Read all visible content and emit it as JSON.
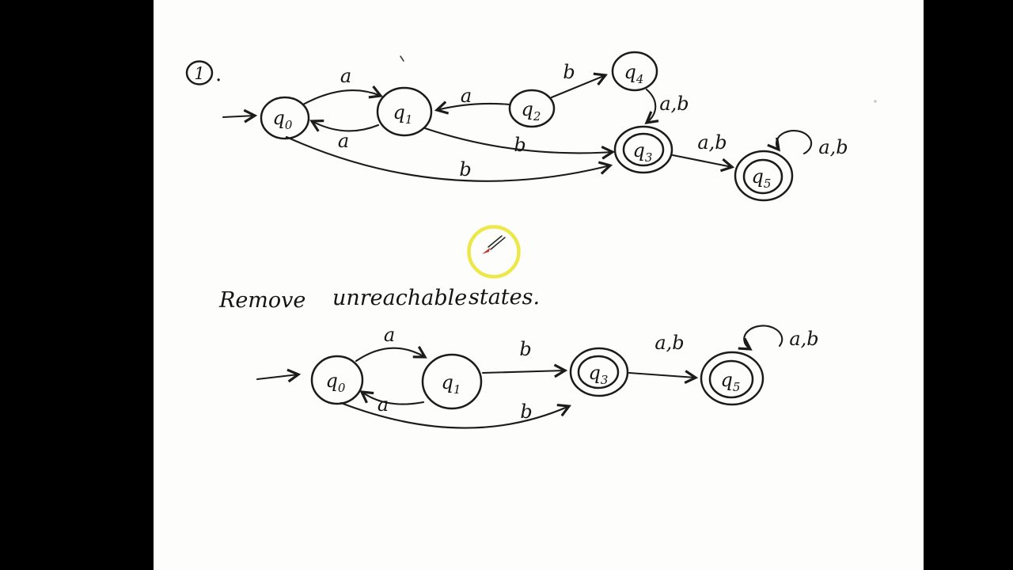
{
  "colors": {
    "ink": "#1b1b1b",
    "paper": "#fdfdfc",
    "side_bars": "#000000",
    "cursor_ring": "#ece84a",
    "pen_tip": "#c23b2e"
  },
  "problem": {
    "number": "1",
    "suffix": "."
  },
  "heading": {
    "word1": "Remove",
    "word2": "unreachable",
    "word3": "states."
  },
  "automaton_top": {
    "description": "original automaton with unreachable states",
    "states": {
      "q0": {
        "base": "q",
        "sub": "0",
        "start": true,
        "accepting": false
      },
      "q1": {
        "base": "q",
        "sub": "1",
        "start": false,
        "accepting": false
      },
      "q2": {
        "base": "q",
        "sub": "2",
        "start": false,
        "accepting": false
      },
      "q3": {
        "base": "q",
        "sub": "3",
        "start": false,
        "accepting": true
      },
      "q4": {
        "base": "q",
        "sub": "4",
        "start": false,
        "accepting": false
      },
      "q5": {
        "base": "q",
        "sub": "5",
        "start": false,
        "accepting": true
      }
    },
    "edges": {
      "q0_q1": "a",
      "q1_q0": "a",
      "q2_q1": "a",
      "q2_q4": "b",
      "q4_q3": "a,b",
      "q1_q3": "b",
      "q0_q3": "b",
      "q3_q5": "a,b",
      "q5_q5": "a,b"
    }
  },
  "automaton_bottom": {
    "description": "automaton after removing unreachable states",
    "states": {
      "q0": {
        "base": "q",
        "sub": "0",
        "start": true,
        "accepting": false
      },
      "q1": {
        "base": "q",
        "sub": "1",
        "start": false,
        "accepting": false
      },
      "q3": {
        "base": "q",
        "sub": "3",
        "start": false,
        "accepting": true
      },
      "q5": {
        "base": "q",
        "sub": "5",
        "start": false,
        "accepting": true
      }
    },
    "edges": {
      "q0_q1": "a",
      "q1_q0": "a",
      "q1_q3": "b",
      "q0_q3": "b",
      "q3_q5": "a,b",
      "q5_q5": "a,b"
    }
  }
}
